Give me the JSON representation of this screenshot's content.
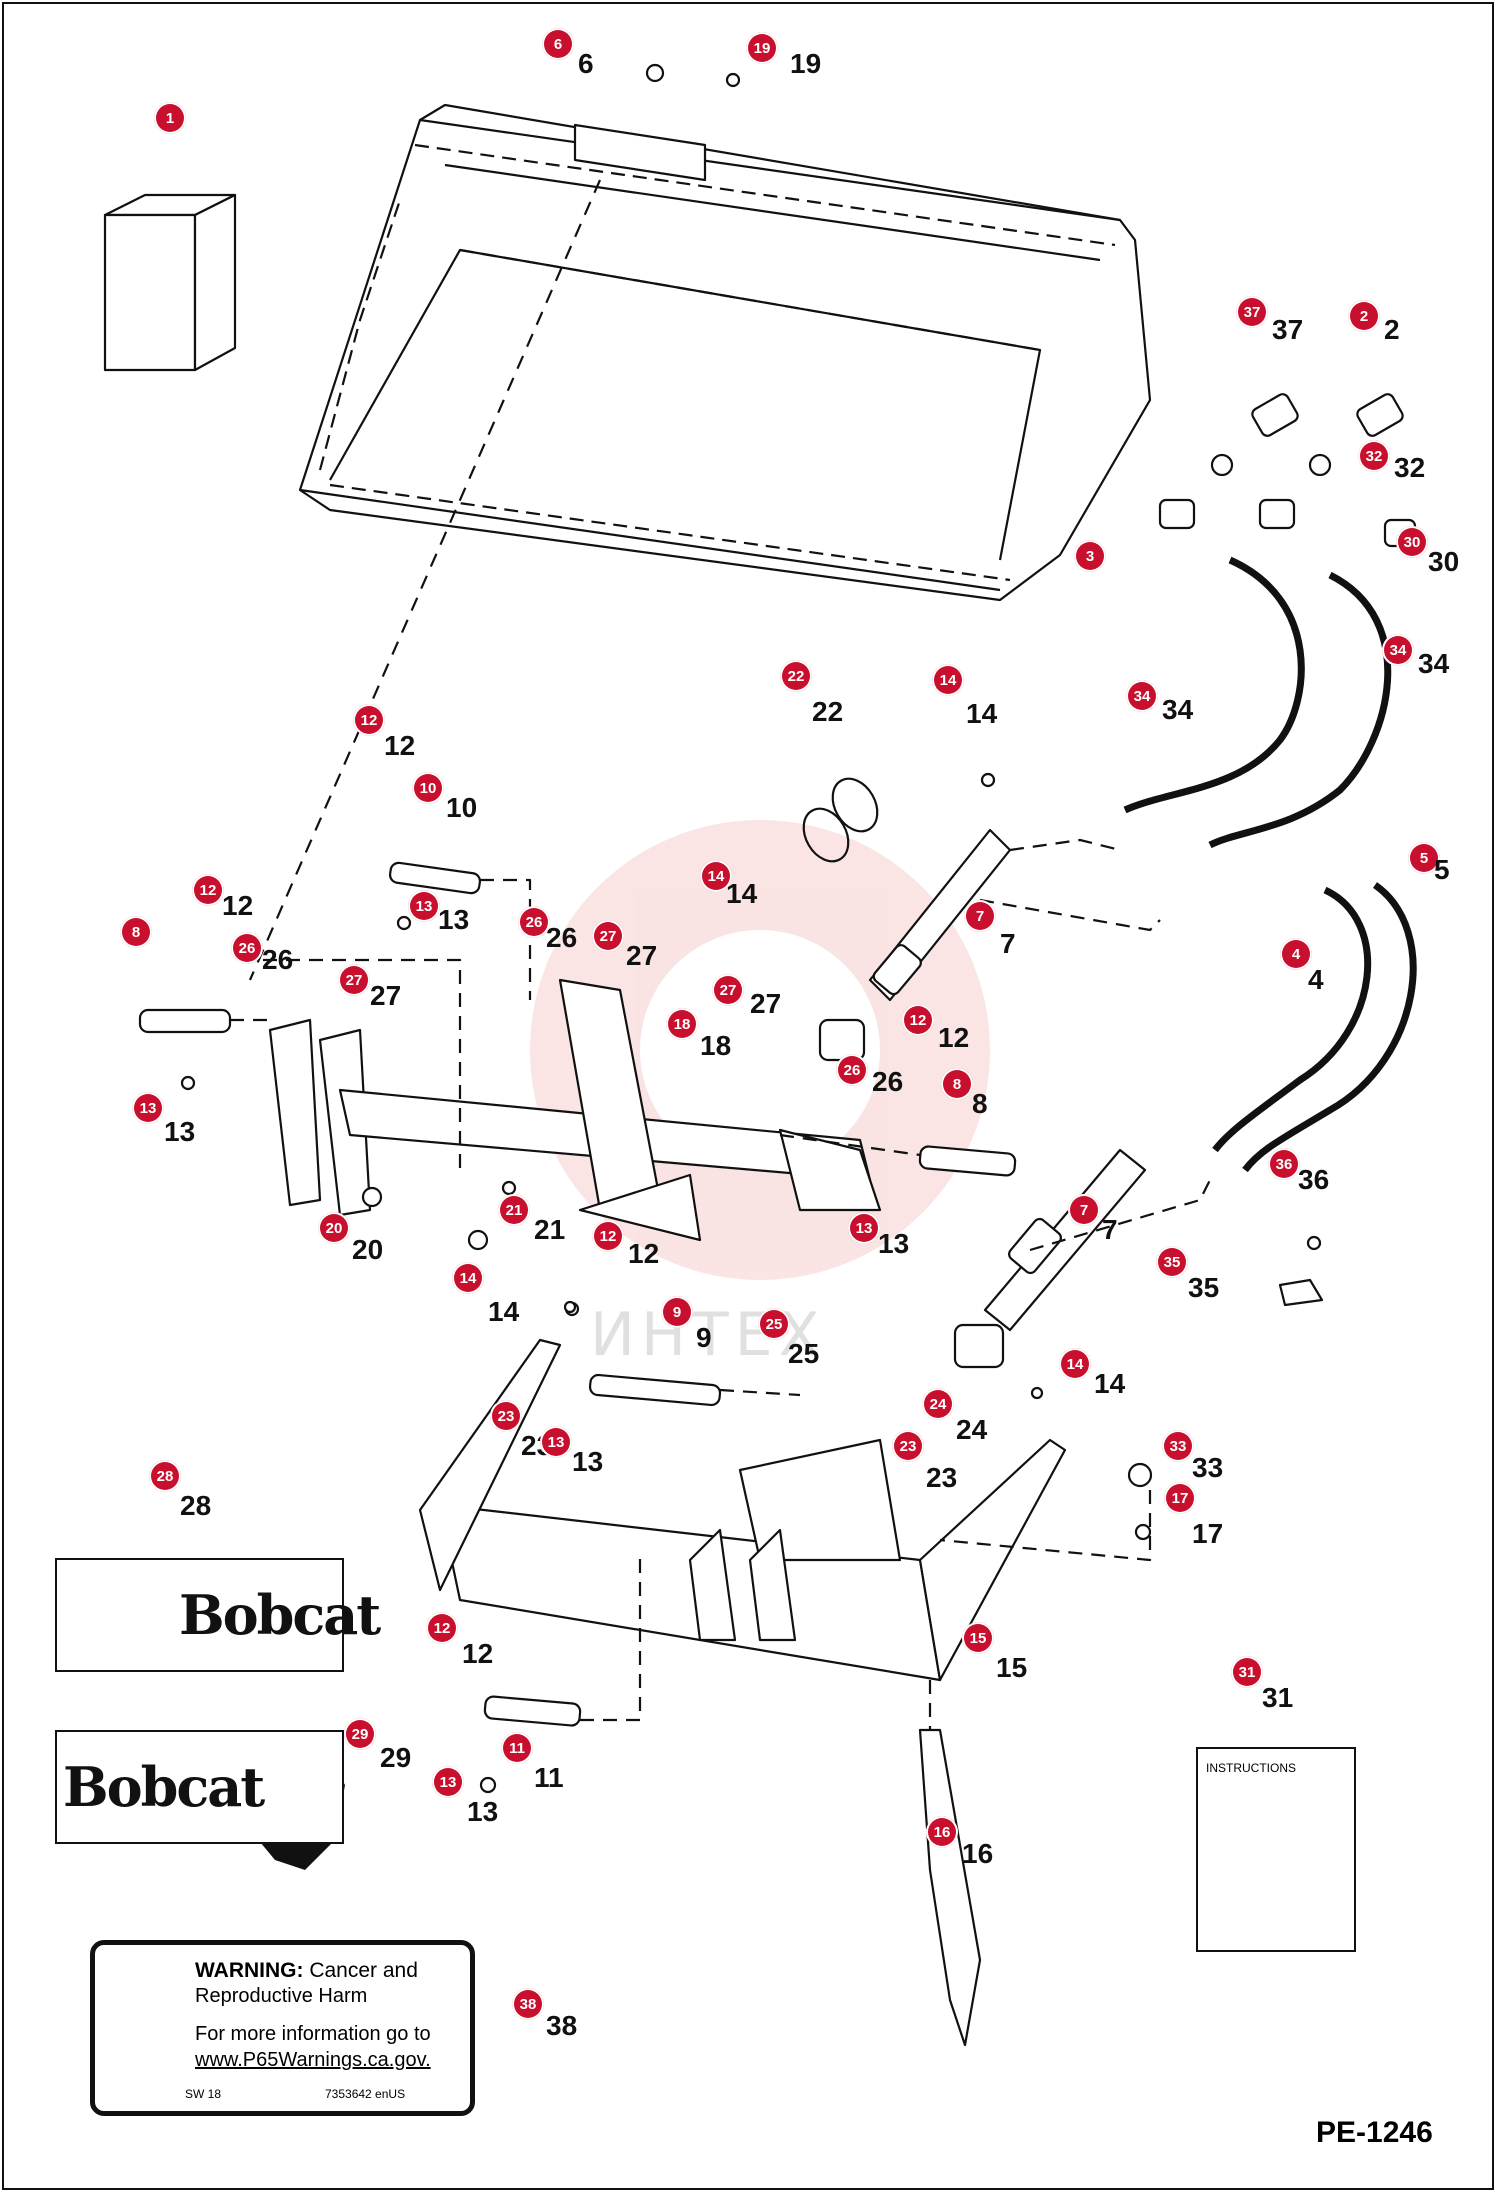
{
  "diagram": {
    "page_code": "PE-1246",
    "watermark": "ИНТЕХ",
    "decals": {
      "logo_left_text": "Bobcat",
      "logo_right_text": "Bobcat",
      "instructions_label": "INSTRUCTIONS",
      "warning": {
        "title_bold": "WARNING:",
        "title_rest": " Cancer and",
        "line2": "Reproductive Harm",
        "line3": "For more information go to",
        "link": "www.P65Warnings.ca.gov.",
        "footer_left": "SW 18",
        "footer_right": "7353642 enUS"
      }
    },
    "callouts": [
      {
        "n": "1"
      },
      {
        "n": "6"
      },
      {
        "n": "19"
      },
      {
        "n": "37"
      },
      {
        "n": "2"
      },
      {
        "n": "32"
      },
      {
        "n": "30"
      },
      {
        "n": "3"
      },
      {
        "n": "34"
      },
      {
        "n": "34"
      },
      {
        "n": "22"
      },
      {
        "n": "14"
      },
      {
        "n": "12"
      },
      {
        "n": "10"
      },
      {
        "n": "13"
      },
      {
        "n": "14"
      },
      {
        "n": "5"
      },
      {
        "n": "7"
      },
      {
        "n": "4"
      },
      {
        "n": "12"
      },
      {
        "n": "8"
      },
      {
        "n": "26"
      },
      {
        "n": "27"
      },
      {
        "n": "26"
      },
      {
        "n": "27"
      },
      {
        "n": "27"
      },
      {
        "n": "18"
      },
      {
        "n": "12"
      },
      {
        "n": "26"
      },
      {
        "n": "8"
      },
      {
        "n": "13"
      },
      {
        "n": "36"
      },
      {
        "n": "7"
      },
      {
        "n": "13"
      },
      {
        "n": "20"
      },
      {
        "n": "21"
      },
      {
        "n": "12"
      },
      {
        "n": "35"
      },
      {
        "n": "14"
      },
      {
        "n": "9"
      },
      {
        "n": "25"
      },
      {
        "n": "14"
      },
      {
        "n": "23"
      },
      {
        "n": "13"
      },
      {
        "n": "24"
      },
      {
        "n": "23"
      },
      {
        "n": "33"
      },
      {
        "n": "17"
      },
      {
        "n": "28"
      },
      {
        "n": "12"
      },
      {
        "n": "15"
      },
      {
        "n": "31"
      },
      {
        "n": "11"
      },
      {
        "n": "29"
      },
      {
        "n": "13"
      },
      {
        "n": "16"
      },
      {
        "n": "38"
      }
    ]
  }
}
